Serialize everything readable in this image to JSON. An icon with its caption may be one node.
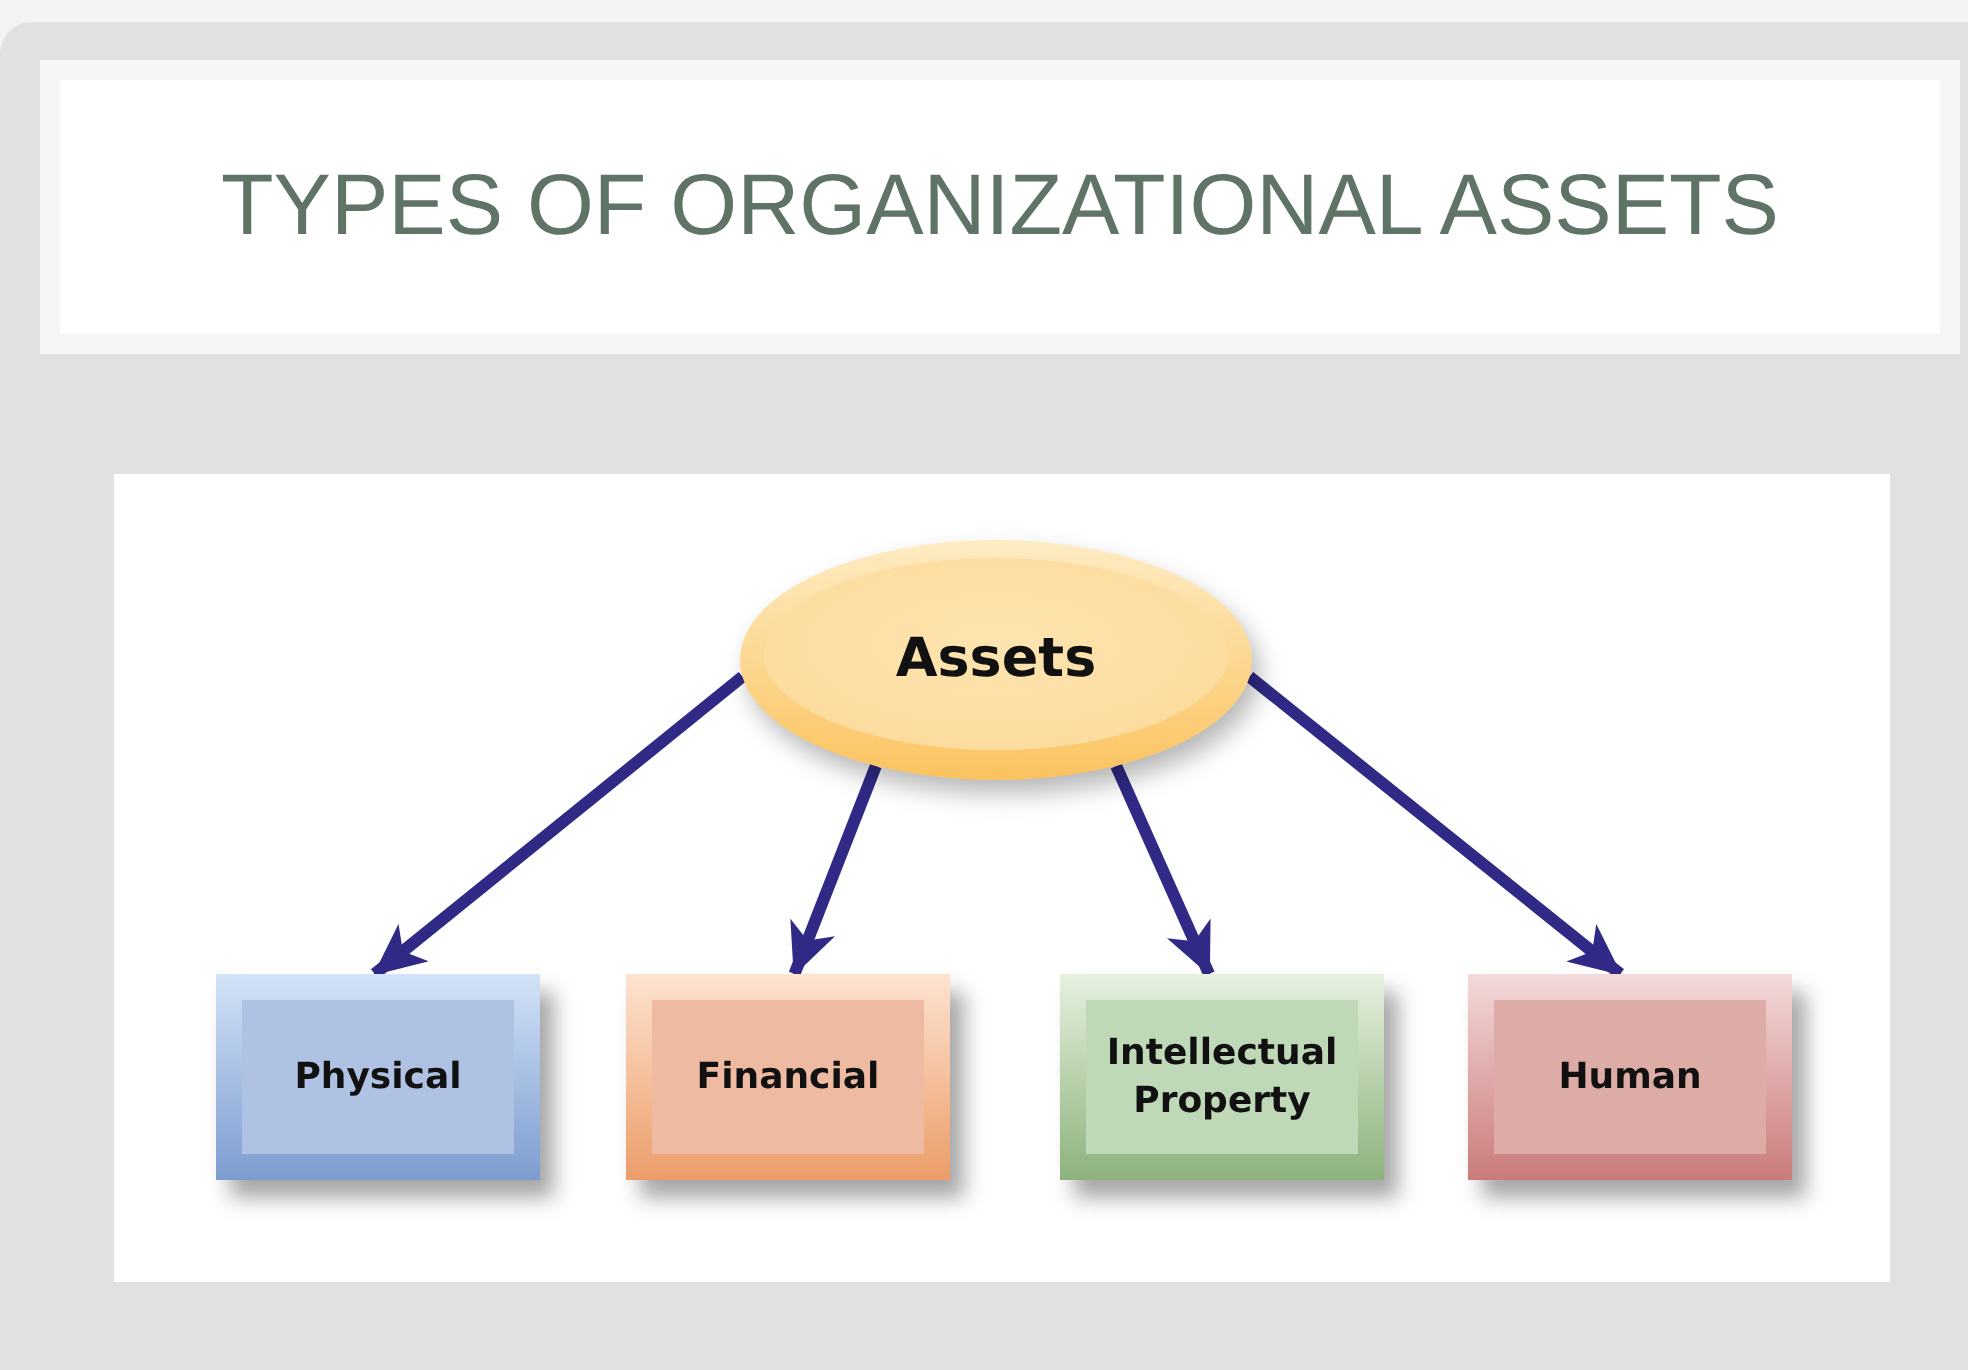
{
  "diagram": {
    "title": "TYPES OF ORGANIZATIONAL ASSETS",
    "nodes": [
      {
        "text": [
          "Assets"
        ]
      },
      {
        "text": [
          "Physical"
        ]
      },
      {
        "text": [
          "Financial"
        ]
      },
      {
        "text": [
          "Intellectual Property"
        ]
      },
      {
        "text": [
          "Human"
        ]
      }
    ],
    "edges": [
      {
        "from": 0,
        "to": 1,
        "arrow": "to"
      },
      {
        "from": 0,
        "to": 2,
        "arrow": "to"
      },
      {
        "from": 0,
        "to": 3,
        "arrow": "to"
      },
      {
        "from": 0,
        "to": 4,
        "arrow": "to"
      }
    ]
  }
}
